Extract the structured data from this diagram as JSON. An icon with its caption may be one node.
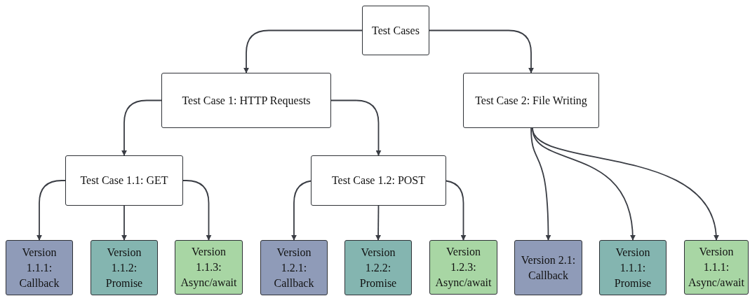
{
  "diagram": {
    "nodes": [
      {
        "text": [
          "Test Cases"
        ]
      },
      {
        "text": [
          "Test Case 1: HTTP Requests"
        ]
      },
      {
        "text": [
          "Test Case 2: File Writing"
        ]
      },
      {
        "text": [
          "Test Case 1.1: GET"
        ]
      },
      {
        "text": [
          "Test Case 1.2: POST"
        ]
      },
      {
        "text": [
          "Version 1.1.1: Callback"
        ]
      },
      {
        "text": [
          "Version 1.1.2: Promise"
        ]
      },
      {
        "text": [
          "Version 1.1.3: Async/await"
        ]
      },
      {
        "text": [
          "Version 1.2.1: Callback"
        ]
      },
      {
        "text": [
          "Version 1.2.2: Promise"
        ]
      },
      {
        "text": [
          "Version 1.2.3: Async/await"
        ]
      },
      {
        "text": [
          "Version 2.1: Callback"
        ]
      },
      {
        "text": [
          "Version 1.1.1: Promise"
        ]
      },
      {
        "text": [
          "Version 1.1.1: Async/await"
        ]
      }
    ],
    "edges": [
      {
        "from": 0,
        "to": 1,
        "arrow": "to"
      },
      {
        "from": 0,
        "to": 2,
        "arrow": "to"
      },
      {
        "from": 1,
        "to": 3,
        "arrow": "to"
      },
      {
        "from": 1,
        "to": 4,
        "arrow": "to"
      },
      {
        "from": 3,
        "to": 5,
        "arrow": "to"
      },
      {
        "from": 3,
        "to": 6,
        "arrow": "to"
      },
      {
        "from": 3,
        "to": 7,
        "arrow": "to"
      },
      {
        "from": 4,
        "to": 8,
        "arrow": "to"
      },
      {
        "from": 4,
        "to": 9,
        "arrow": "to"
      },
      {
        "from": 4,
        "to": 10,
        "arrow": "to"
      },
      {
        "from": 2,
        "to": 11,
        "arrow": "to"
      },
      {
        "from": 2,
        "to": 12,
        "arrow": "to"
      },
      {
        "from": 2,
        "to": 13,
        "arrow": "to"
      }
    ]
  }
}
